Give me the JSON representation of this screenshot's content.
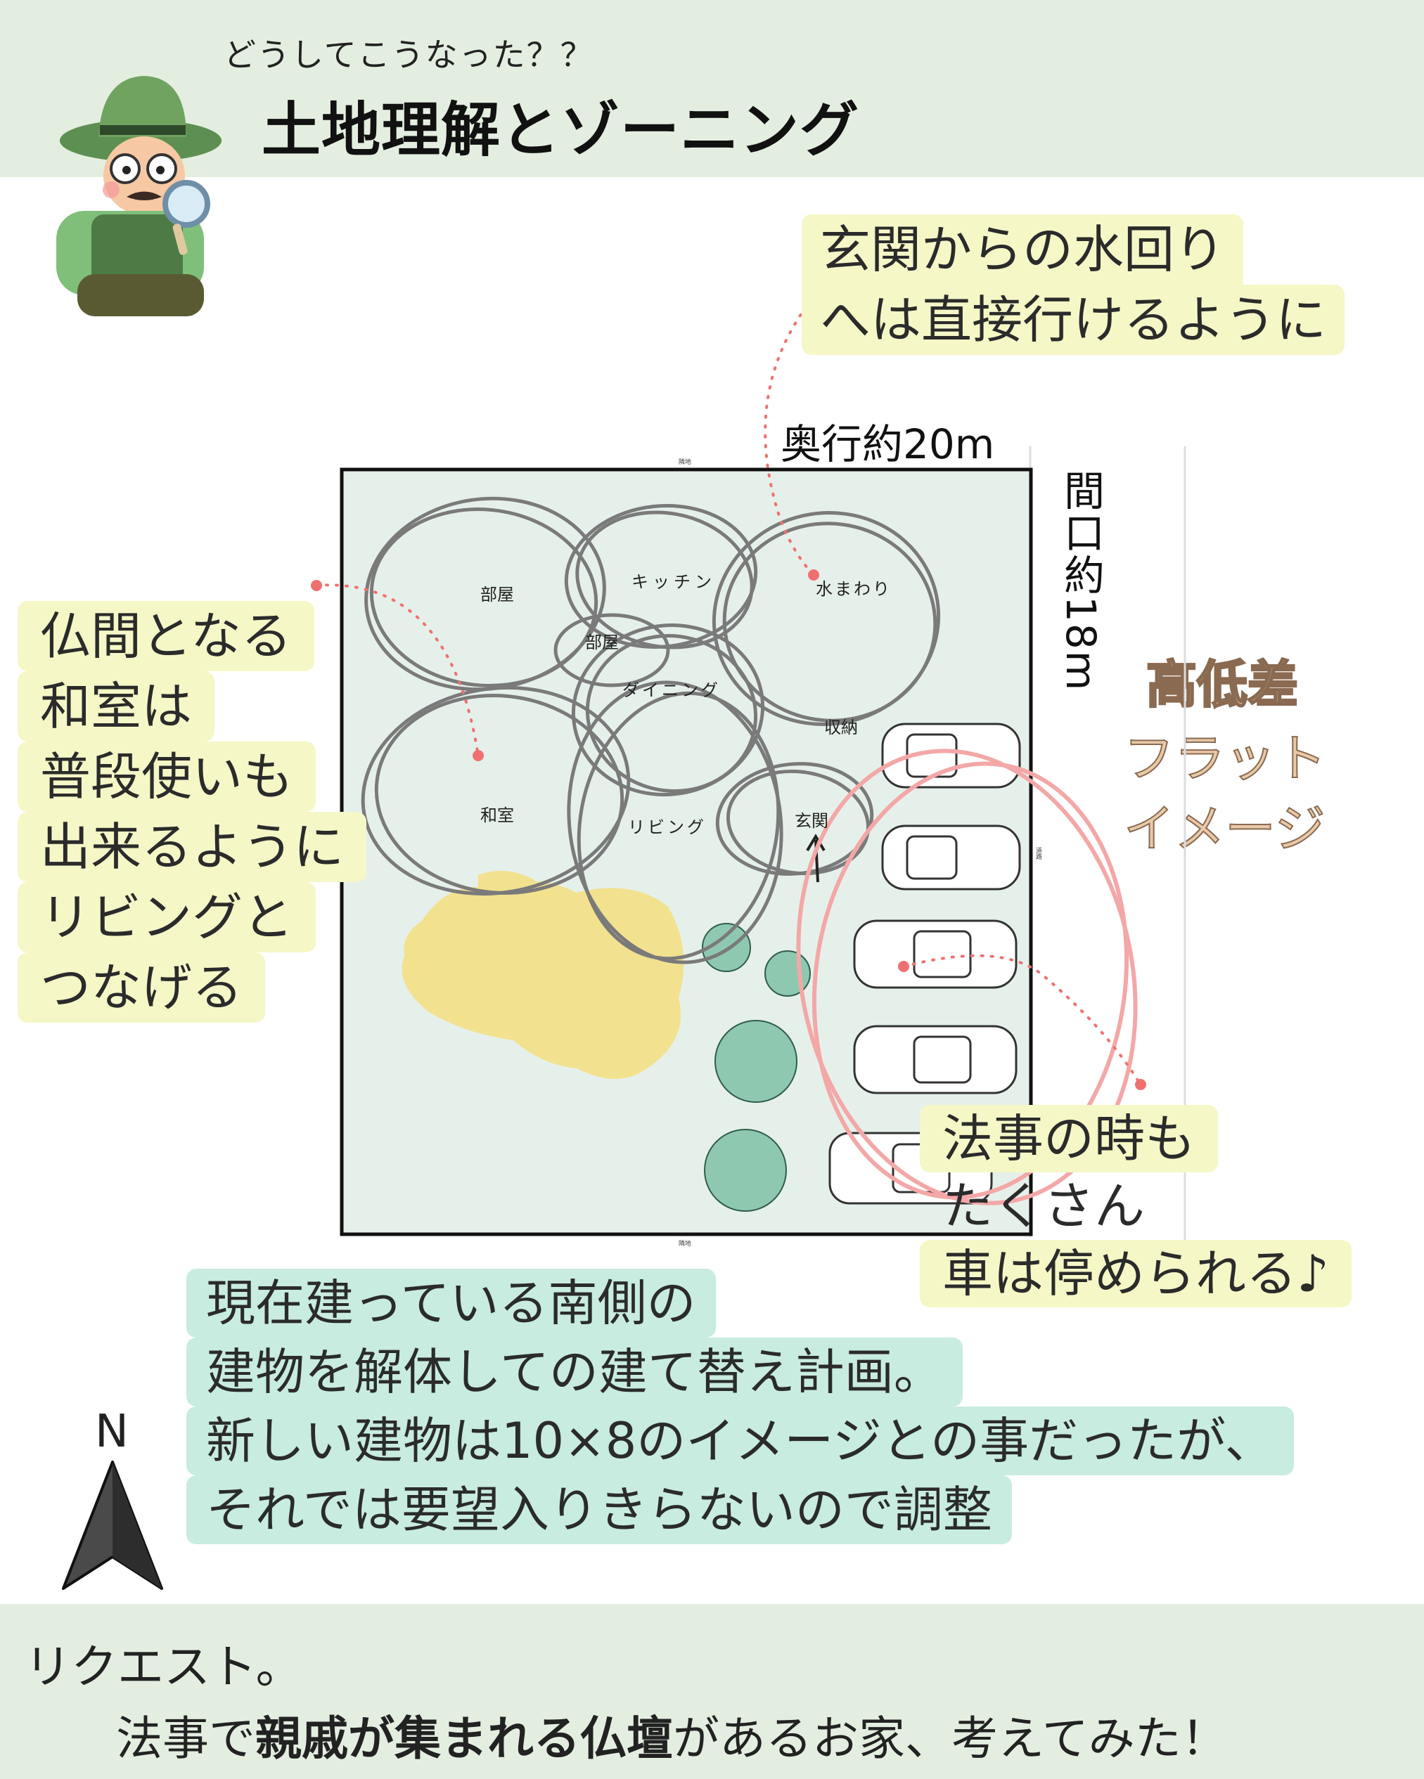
{
  "header": {
    "subtitle": "どうしてこうなった？？",
    "title": "土地理解とゾーニング"
  },
  "dimensions": {
    "depth": "奥行約20m",
    "frontage": "間口約18m"
  },
  "level_note": {
    "line1": "高低差",
    "line2": "フラット",
    "line3": "イメージ"
  },
  "rooms": {
    "room1": "部屋",
    "kitchen": "キッチン",
    "water": "水まわり",
    "room2": "部屋",
    "dining": "ダイニング",
    "storage": "収納",
    "washitsu": "和室",
    "living": "リビング",
    "entrance": "玄関"
  },
  "callouts": {
    "water_access": [
      "玄関からの水回り",
      "へは直接行けるように"
    ],
    "washitsu": [
      "仏間となる",
      "和室は",
      "普段使いも",
      "出来るように",
      "リビングと",
      "つなげる"
    ],
    "parking": [
      "法事の時も",
      "たくさん",
      "車は停められる♪"
    ],
    "plan": [
      "現在建っている南側の",
      "建物を解体しての建て替え計画。",
      "新しい建物は10×8のイメージとの事だったが、",
      "それでは要望入りきらないので調整"
    ]
  },
  "compass": {
    "label": "N"
  },
  "boundary_labels": {
    "top": "隣地",
    "bottom": "隣地",
    "right": "道路"
  },
  "request": {
    "line1": "リクエスト。",
    "p1": "法事で",
    "b1": "親戚が集まれる仏壇",
    "p2": "があるお家、考えてみた！"
  },
  "colors": {
    "band": "#e3eee0",
    "lot_fill": "#e6f0ea",
    "callout_yellow": "#f5f7c7",
    "callout_green": "#c8ecdf",
    "dotted_line": "#f07070",
    "parking_ellipse": "#f4a7a7",
    "garden": "#f2e18e",
    "trees": "#8fc8b0"
  }
}
